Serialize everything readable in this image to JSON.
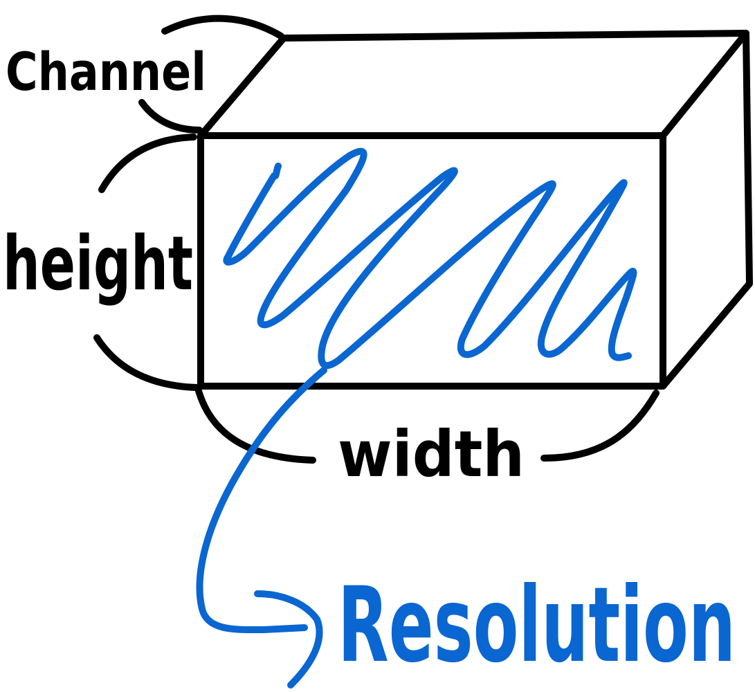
{
  "labels": {
    "channel": "Channel",
    "height": "height",
    "width": "width",
    "resolution": "Resolution"
  },
  "colors": {
    "ink": "#000000",
    "accent": "#0a66d1",
    "background": "#ffffff"
  }
}
